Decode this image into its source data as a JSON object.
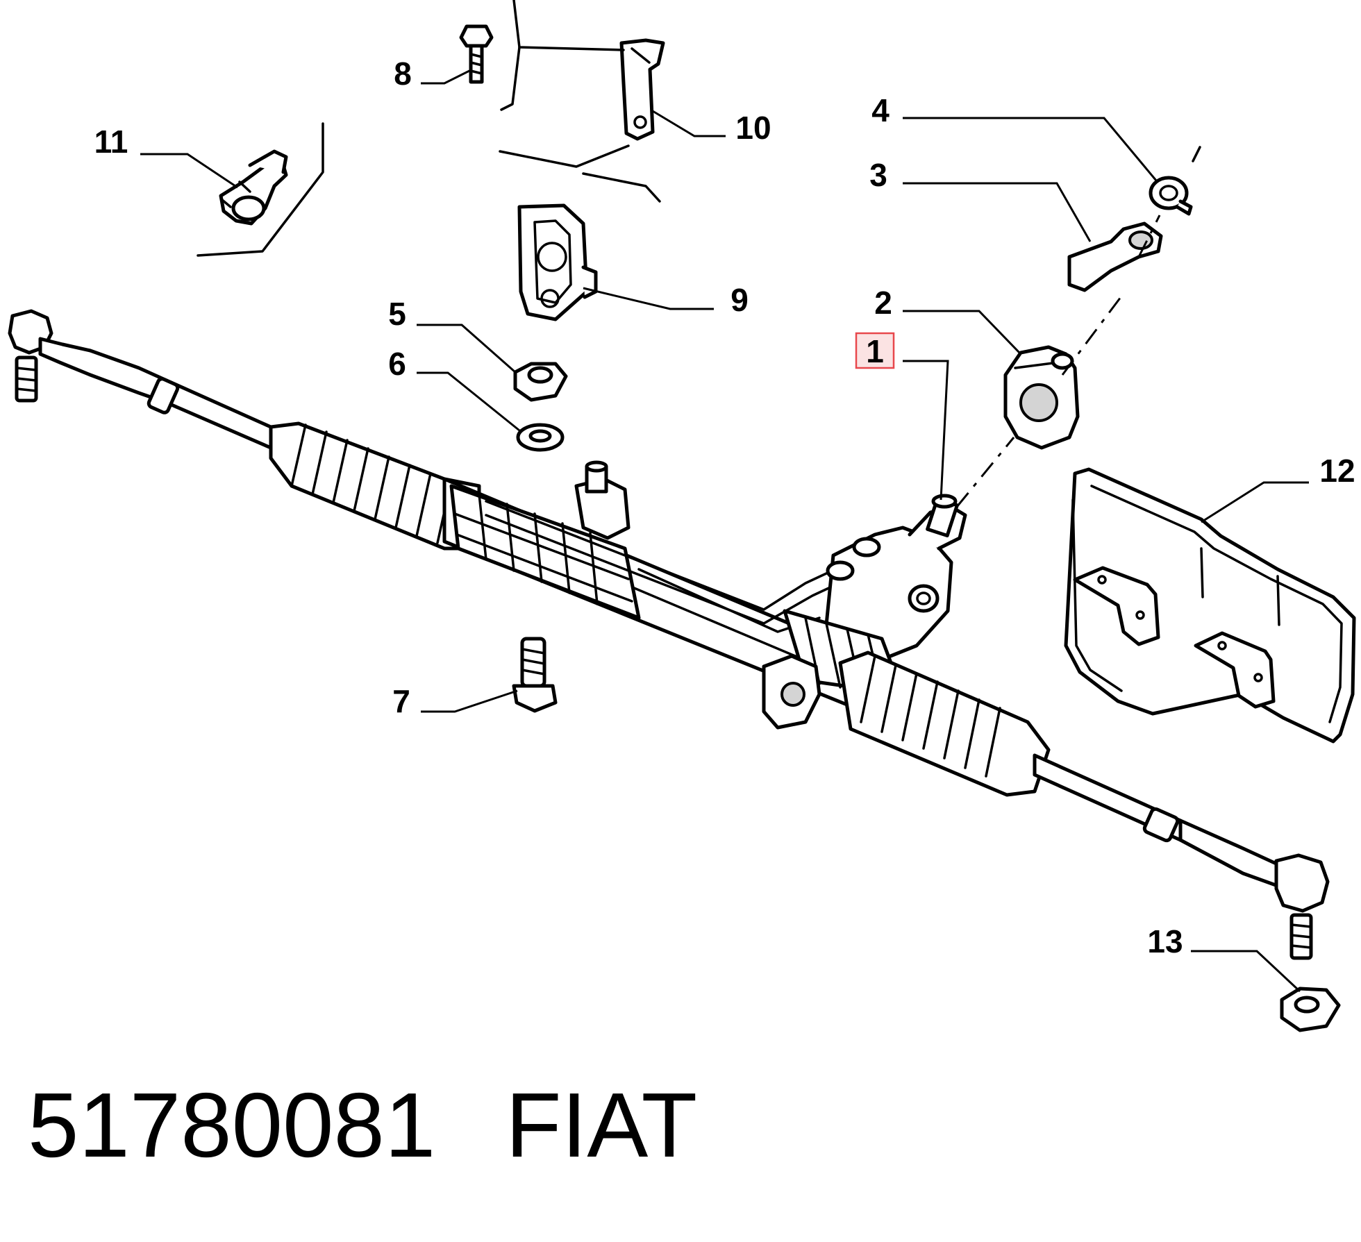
{
  "callouts": [
    {
      "label": "1",
      "highlighted": true,
      "highlight_color": "#e8474c"
    },
    {
      "label": "2"
    },
    {
      "label": "3"
    },
    {
      "label": "4"
    },
    {
      "label": "5"
    },
    {
      "label": "6"
    },
    {
      "label": "7"
    },
    {
      "label": "8"
    },
    {
      "label": "9"
    },
    {
      "label": "10"
    },
    {
      "label": "11"
    },
    {
      "label": "12"
    },
    {
      "label": "13"
    }
  ],
  "footer": {
    "part_number": "51780081",
    "brand": "FIAT"
  },
  "colors": {
    "line": "#000000",
    "background": "#ffffff",
    "highlight_border": "#e8474c",
    "highlight_fill": "#fbe3e3",
    "shading": "#d4d4d4"
  }
}
